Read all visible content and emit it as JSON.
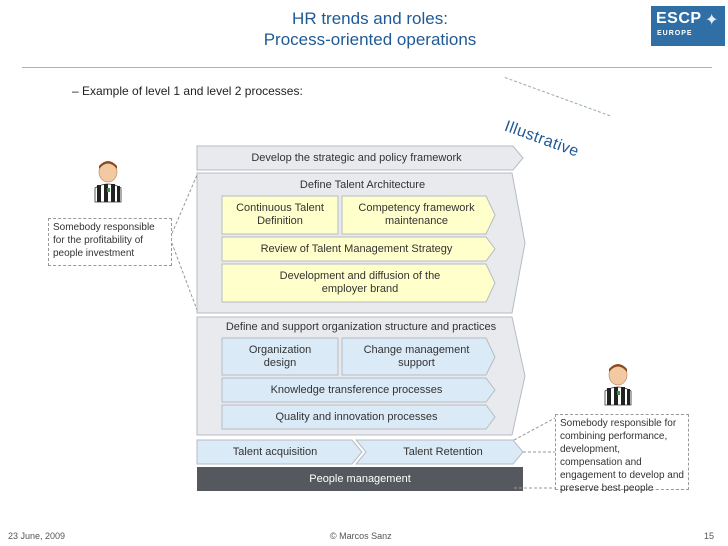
{
  "slide": {
    "title_line1": "HR trends and roles:",
    "title_line2": "Process-oriented operations",
    "subtitle": "– Example of level 1 and level 2 processes:",
    "illustrative": "Illustrative",
    "logo": {
      "line1": "ESCP",
      "line2": "EUROPE"
    }
  },
  "diagram": {
    "top_arrow": "Develop the strategic and policy framework",
    "group1": {
      "title": "Define Talent Architecture",
      "box_a": "Continuous Talent Definition",
      "box_b": "Competency framework maintenance",
      "row2": "Review of Talent Management Strategy",
      "row3": "Development and diffusion of the employer brand"
    },
    "group2": {
      "title": "Define and support organization structure and practices",
      "box_a": "Organization design",
      "box_b": "Change management support",
      "row2": "Knowledge transference processes",
      "row3": "Quality and innovation processes"
    },
    "talent_acquisition": "Talent acquisition",
    "talent_retention": "Talent Retention",
    "people_management": "People management"
  },
  "callouts": {
    "left": "Somebody responsible for the profitability of people investment",
    "right": "Somebody responsible for combining performance, development, compensation and engagement to develop and preserve best people"
  },
  "footer": {
    "date": "23 June, 2009",
    "author": "© Marcos Sanz",
    "page": "15"
  },
  "colors": {
    "title_blue": "#1f5a96",
    "arrow_grey": "#e8eaed",
    "box_yellow": "#ffffcc",
    "acquisition_blue": "#dbeaf7",
    "dark_bar": "#55595f"
  }
}
